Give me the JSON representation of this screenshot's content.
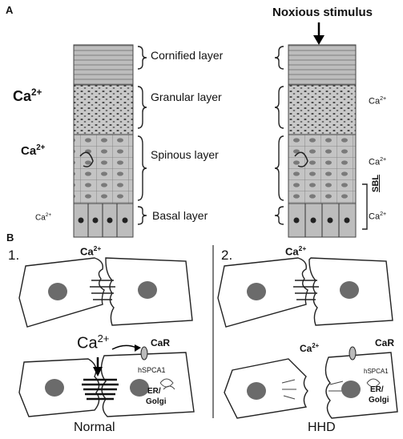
{
  "panel_a": {
    "letter": "A",
    "stimulus": "Noxious stimulus",
    "layers": [
      {
        "label": "Cornified layer"
      },
      {
        "label": "Granular layer"
      },
      {
        "label": "Spinous layer"
      },
      {
        "label": "Basal layer"
      }
    ],
    "left_ca": [
      "Ca2+",
      "Ca2+",
      "Ca2+"
    ],
    "right_ca": [
      "Ca2+",
      "Ca2+",
      "Ca2+"
    ],
    "sbl": "SBL"
  },
  "panel_b": {
    "letter": "B",
    "num1": "1.",
    "num2": "2.",
    "ca_top_left": "Ca2+",
    "ca_top_right": "Ca2+",
    "ca_bottom_left": "Ca2+",
    "ca_bottom_right": "Ca2+",
    "car_left": "CaR",
    "car_right": "CaR",
    "hspca_left": "hSPCA1",
    "hspca_right": "hSPCA1",
    "er_left": [
      "ER/",
      "Golgi"
    ],
    "er_right": [
      "ER/",
      "Golgi"
    ],
    "caption_left": "Normal",
    "caption_right": "HHD"
  }
}
